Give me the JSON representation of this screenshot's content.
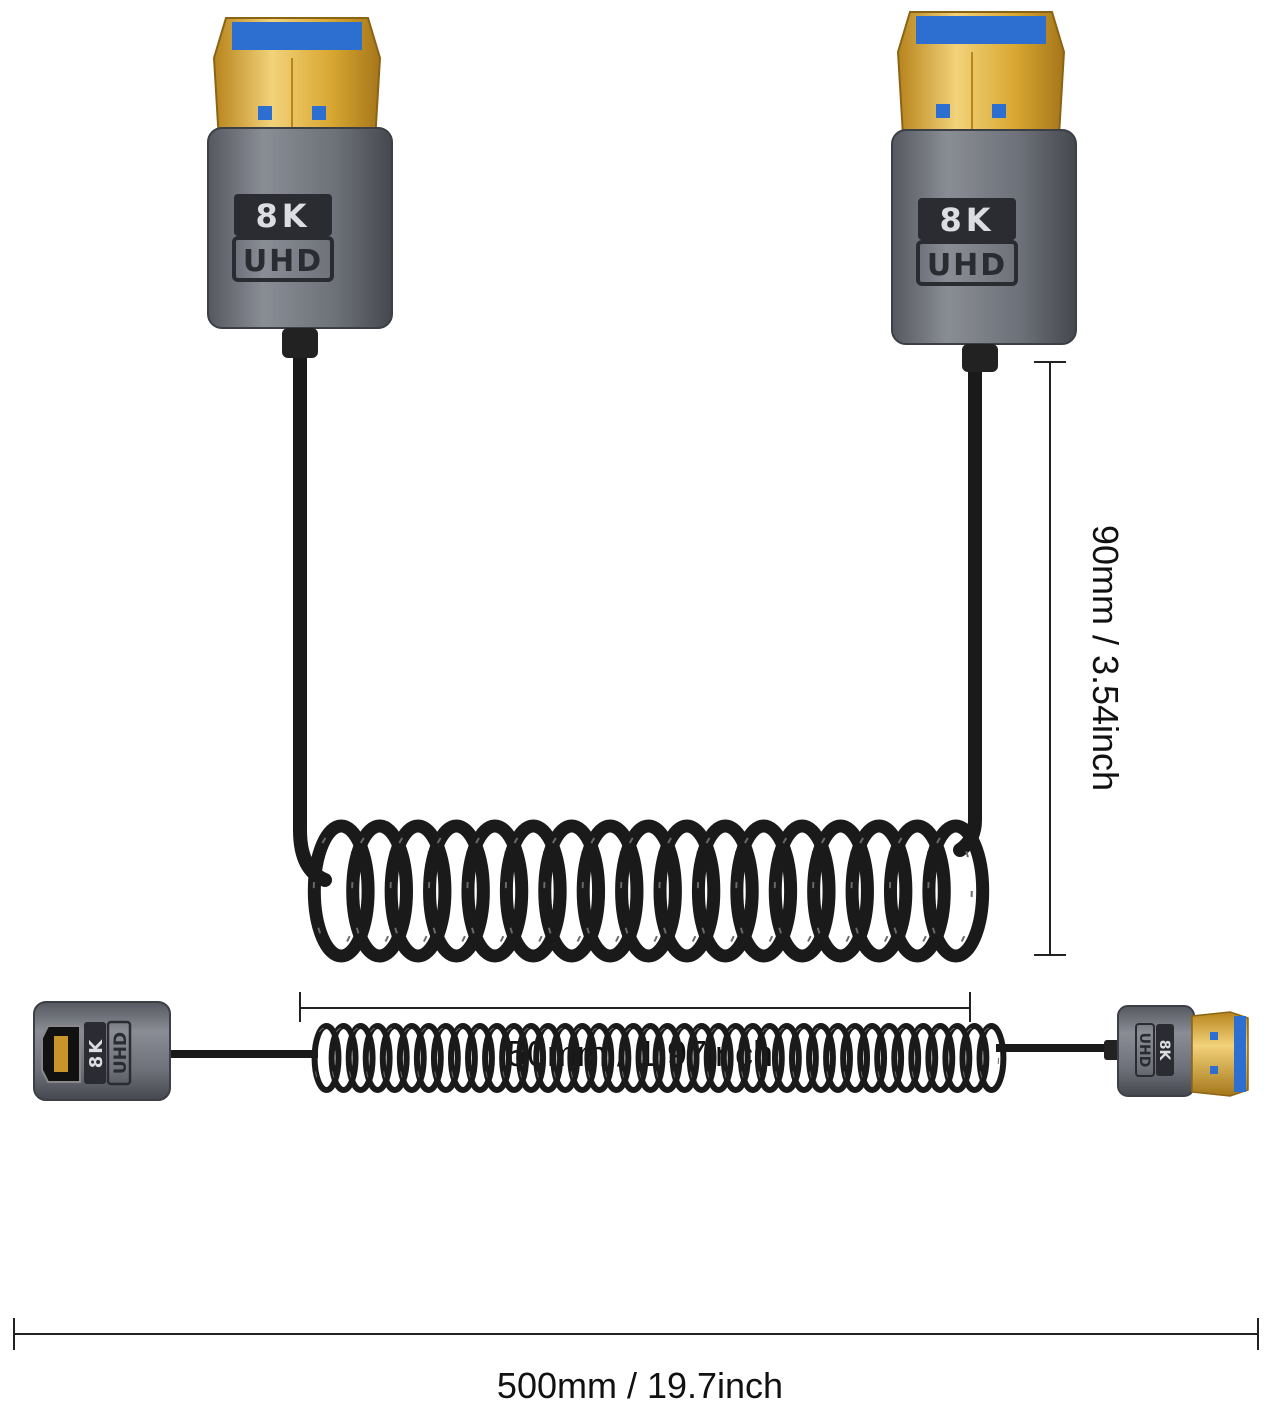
{
  "badge": {
    "resolution": "8K",
    "standard": "UHD"
  },
  "dimensions": {
    "height": "90mm / 3.54inch",
    "width": "50mm / 1.97inch",
    "length": "500mm / 19.7inch"
  },
  "colors": {
    "connector_shell": "#6d7078",
    "connector_shell_dark": "#4e5158",
    "gold_plug": "#d9a832",
    "blue_tab": "#2d6fd1",
    "cable": "#1a1a1a",
    "dimension_line": "#222222"
  }
}
